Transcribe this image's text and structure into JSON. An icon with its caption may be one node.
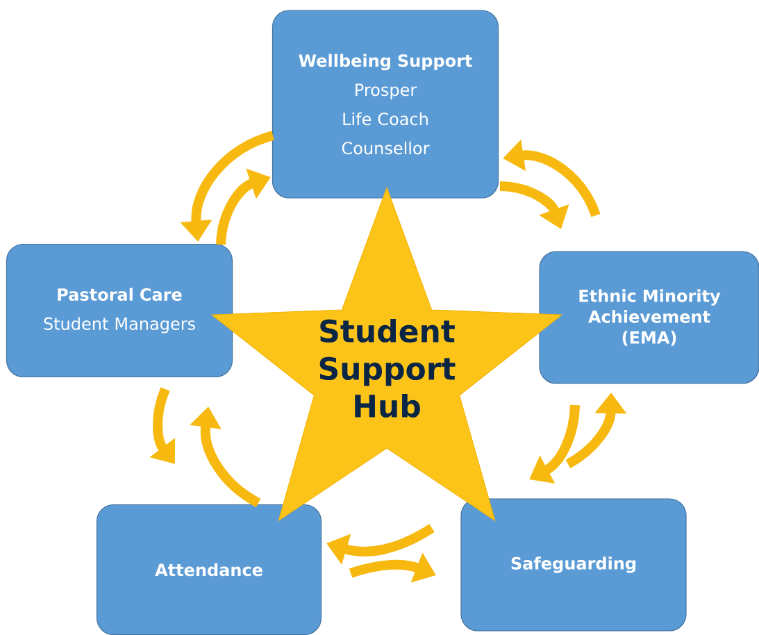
{
  "diagram": {
    "nodes": [
      {
        "text": [
          "Wellbeing Support",
          "Prosper",
          "Life Coach",
          "Counsellor"
        ]
      },
      {
        "text": [
          "Pastoral Care",
          "Student Managers"
        ]
      },
      {
        "text": [
          "Student Support Hub"
        ]
      },
      {
        "text": [
          "Ethnic Minority Achievement (EMA)"
        ]
      },
      {
        "text": [
          "Attendance"
        ]
      },
      {
        "text": [
          "Safeguarding"
        ]
      }
    ],
    "edges": [
      {
        "from": 0,
        "to": 1,
        "arrow": "to"
      },
      {
        "from": 1,
        "to": 0,
        "arrow": "to"
      },
      {
        "from": 0,
        "to": 3,
        "arrow": "to"
      },
      {
        "from": 3,
        "to": 0,
        "arrow": "to"
      },
      {
        "from": 3,
        "to": 5,
        "arrow": "to"
      },
      {
        "from": 5,
        "to": 3,
        "arrow": "to"
      },
      {
        "from": 5,
        "to": 4,
        "arrow": "to"
      },
      {
        "from": 4,
        "to": 5,
        "arrow": "to"
      },
      {
        "from": 1,
        "to": 4,
        "arrow": "to"
      },
      {
        "from": 4,
        "to": 1,
        "arrow": "to"
      }
    ]
  }
}
